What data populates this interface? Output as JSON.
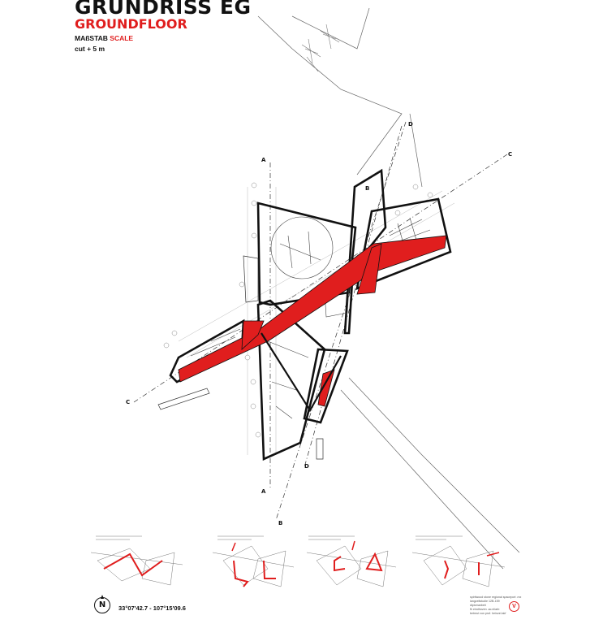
{
  "sheet": {
    "title": "GRUNDRISS EG",
    "subtitle": "GROUNDFLOOR",
    "scale_de": "MAßSTAB",
    "scale_en": "SCALE",
    "cut": "cut + 5 m",
    "coordinates": "33°07'42.7 - 107°15'09.6",
    "north_label": "N",
    "legend_lines": [
      "spiritwood stone regional spaceport .mx",
      "langzeitstudie 12B-159",
      "diplomarbeit",
      "fh eindhoven .ac.nl/arb",
      "betreut von prof. heinzel akf"
    ],
    "badge": "V"
  },
  "section_markers": {
    "a_top": "A",
    "a_bottom": "A",
    "b_top": "B",
    "b_bottom": "B",
    "c_left": "C",
    "c_right": "C",
    "d_top": "D",
    "d_bottom": "D"
  },
  "colors": {
    "accent": "#e01e1e",
    "ink": "#111111",
    "line": "#555555"
  }
}
